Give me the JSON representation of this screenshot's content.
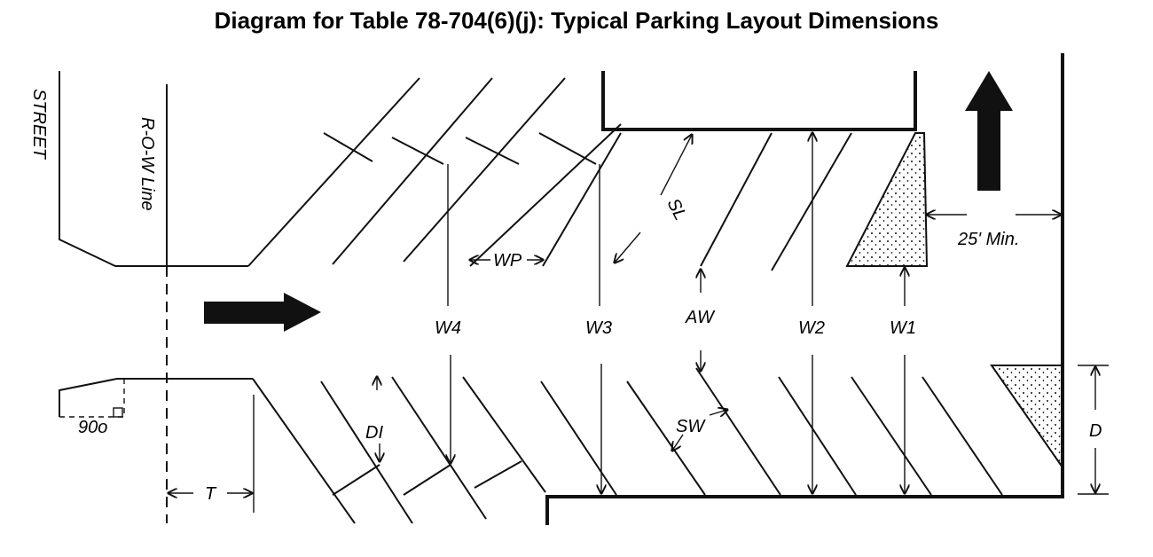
{
  "title": "Diagram for Table 78-704(6)(j): Typical Parking Layout Dimensions",
  "labels": {
    "street": "STREET",
    "row_line": "R-O-W Line",
    "w4": "W4",
    "w3": "W3",
    "aw": "AW",
    "w2": "W2",
    "w1": "W1",
    "sl": "SL",
    "wp": "WP",
    "min25": "25' Min.",
    "di": "DI",
    "sw": "SW",
    "d": "D",
    "t": "T",
    "angle90": "90o"
  },
  "colors": {
    "ink": "#111111",
    "background": "#ffffff"
  }
}
